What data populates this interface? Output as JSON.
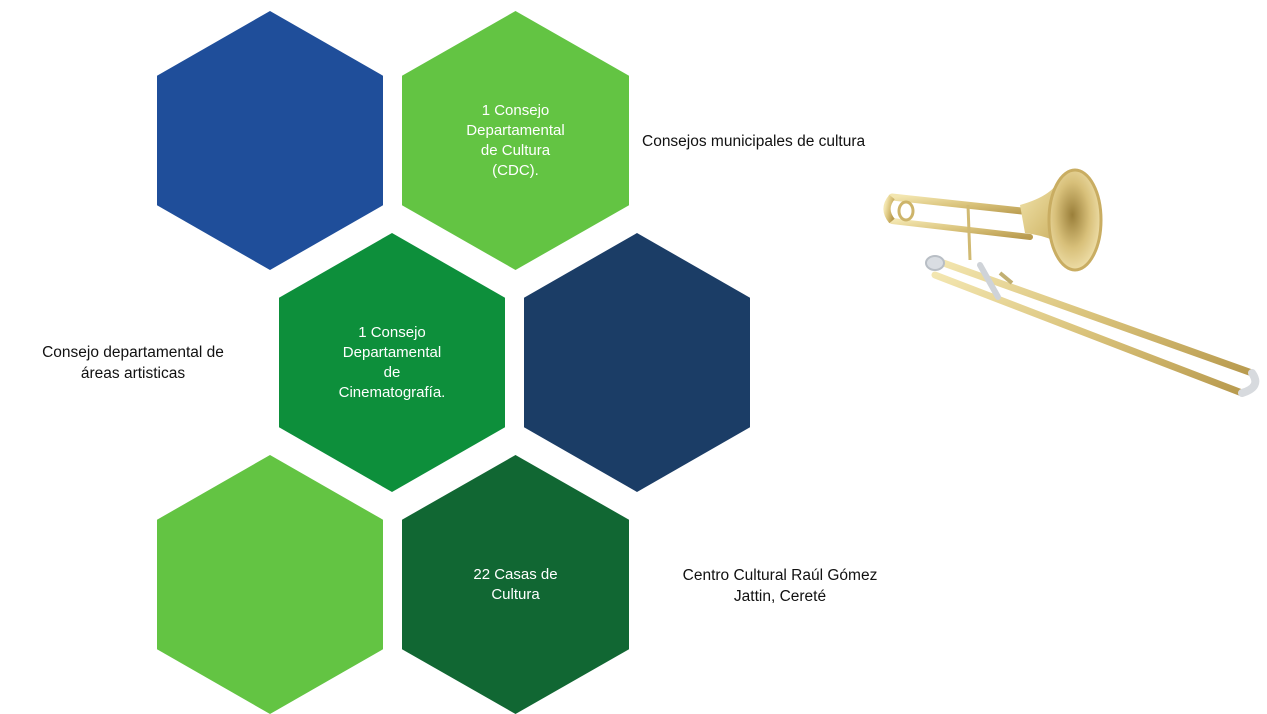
{
  "hexagons": [
    {
      "id": "top-left",
      "text": "",
      "color": "#1f4e9a"
    },
    {
      "id": "top-right",
      "text": "1 Consejo\nDepartamental\nde Cultura\n(CDC).",
      "color": "#63c443"
    },
    {
      "id": "middle-left",
      "text": "1 Consejo\nDepartamental\nde\nCinematografía.",
      "color": "#0d8f3b"
    },
    {
      "id": "middle-right",
      "text": "",
      "color": "#1b3d66"
    },
    {
      "id": "bottom-left",
      "text": "",
      "color": "#63c443"
    },
    {
      "id": "bottom-right",
      "text": "22 Casas de\nCultura",
      "color": "#116733"
    }
  ],
  "labels": {
    "consejos_municipales": "Consejos municipales de cultura",
    "consejo_departamental_areas": "Consejo departamental de\náreas artisticas",
    "centro_cultural": "Centro Cultural Raúl Gómez\nJattin, Cereté"
  },
  "image": {
    "icon": "trombone-icon",
    "brass_color": "#d9c27a"
  }
}
